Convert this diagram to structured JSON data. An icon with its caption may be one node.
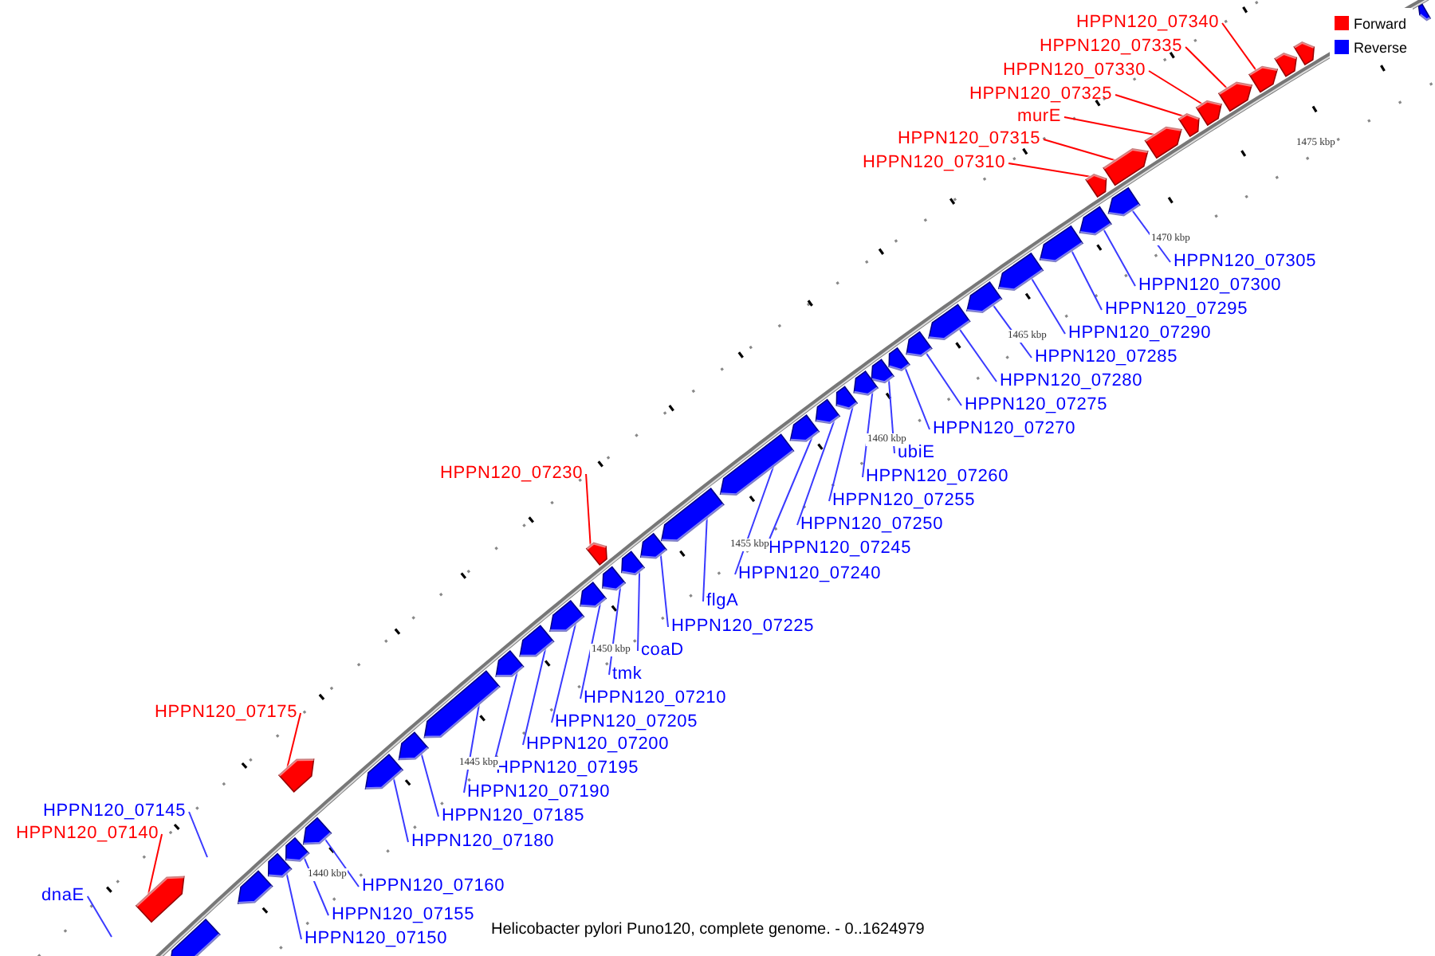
{
  "diagram": {
    "caption": "Helicobacter pylori Puno120, complete genome. - 0..1624979",
    "nodes": [
      {
        "text": [
          "HPPN120_07340"
        ]
      },
      {
        "text": [
          "HPPN120_07335"
        ]
      },
      {
        "text": [
          "HPPN120_07330"
        ]
      },
      {
        "text": [
          "HPPN120_07325"
        ]
      },
      {
        "text": [
          "murE"
        ]
      },
      {
        "text": [
          "HPPN120_07315"
        ]
      },
      {
        "text": [
          "HPPN120_07310"
        ]
      },
      {
        "text": [
          "HPPN120_07305"
        ]
      },
      {
        "text": [
          "HPPN120_07300"
        ]
      },
      {
        "text": [
          "HPPN120_07295"
        ]
      },
      {
        "text": [
          "HPPN120_07290"
        ]
      },
      {
        "text": [
          "HPPN120_07285"
        ]
      },
      {
        "text": [
          "HPPN120_07280"
        ]
      },
      {
        "text": [
          "HPPN120_07275"
        ]
      },
      {
        "text": [
          "HPPN120_07270"
        ]
      },
      {
        "text": [
          "ubiE"
        ]
      },
      {
        "text": [
          "HPPN120_07260"
        ]
      },
      {
        "text": [
          "HPPN120_07255"
        ]
      },
      {
        "text": [
          "HPPN120_07250"
        ]
      },
      {
        "text": [
          "HPPN120_07245"
        ]
      },
      {
        "text": [
          "HPPN120_07230"
        ]
      },
      {
        "text": [
          "HPPN120_07240"
        ]
      },
      {
        "text": [
          "flgA"
        ]
      },
      {
        "text": [
          "HPPN120_07225"
        ]
      },
      {
        "text": [
          "coaD"
        ]
      },
      {
        "text": [
          "tmk"
        ]
      },
      {
        "text": [
          "HPPN120_07210"
        ]
      },
      {
        "text": [
          "HPPN120_07205"
        ]
      },
      {
        "text": [
          "HPPN120_07200"
        ]
      },
      {
        "text": [
          "HPPN120_07195"
        ]
      },
      {
        "text": [
          "HPPN120_07190"
        ]
      },
      {
        "text": [
          "HPPN120_07185"
        ]
      },
      {
        "text": [
          "HPPN120_07180"
        ]
      },
      {
        "text": [
          "HPPN120_07175"
        ]
      },
      {
        "text": [
          "HPPN120_07145"
        ]
      },
      {
        "text": [
          "HPPN120_07160"
        ]
      },
      {
        "text": [
          "HPPN120_07140"
        ]
      },
      {
        "text": [
          "HPPN120_07155"
        ]
      },
      {
        "text": [
          "dnaE"
        ]
      },
      {
        "text": [
          "HPPN120_07150"
        ]
      },
      {
        "text": [],
        "shape": "bar"
      },
      {
        "text": [],
        "shape": "bar"
      },
      {
        "text": [],
        "shape": "bar"
      },
      {
        "text": [],
        "shape": "bar"
      },
      {
        "text": [],
        "shape": "bar"
      },
      {
        "text": [],
        "shape": "bar"
      },
      {
        "text": [],
        "shape": "bar"
      },
      {
        "text": [],
        "shape": "bar"
      },
      {
        "text": [],
        "shape": "bar"
      },
      {
        "text": [],
        "shape": "bar"
      },
      {
        "text": [],
        "shape": "bar"
      },
      {
        "text": [],
        "shape": "bar"
      },
      {
        "text": [],
        "shape": "bar"
      },
      {
        "text": [],
        "shape": "bar"
      },
      {
        "text": [],
        "shape": "bar"
      },
      {
        "text": [],
        "shape": "bar"
      },
      {
        "text": [],
        "shape": "bar"
      },
      {
        "text": [],
        "shape": "bar"
      },
      {
        "text": [],
        "shape": "bar"
      },
      {
        "text": [],
        "shape": "bar"
      },
      {
        "text": [],
        "shape": "bar"
      },
      {
        "text": [],
        "shape": "bar"
      },
      {
        "text": [],
        "shape": "bar"
      },
      {
        "text": [],
        "shape": "bar"
      },
      {
        "text": [],
        "shape": "bar"
      },
      {
        "text": [],
        "shape": "bar"
      },
      {
        "text": [],
        "shape": "bar"
      },
      {
        "text": [],
        "shape": "bar"
      },
      {
        "text": [],
        "shape": "bar"
      },
      {
        "text": [],
        "shape": "bar"
      },
      {
        "text": [],
        "shape": "bar"
      },
      {
        "text": [],
        "shape": "bar"
      },
      {
        "text": [],
        "shape": "bar"
      },
      {
        "text": [],
        "shape": "bar"
      },
      {
        "text": [],
        "shape": "bar"
      },
      {
        "text": [],
        "shape": "bar"
      },
      {
        "text": [],
        "shape": "bar"
      },
      {
        "text": [],
        "shape": "bar"
      },
      {
        "text": [],
        "shape": "bar"
      },
      {
        "text": [],
        "shape": "bar"
      },
      {
        "text": [],
        "shape": "bar"
      },
      {
        "text": [],
        "shape": "bar"
      },
      {
        "text": [],
        "shape": "bar"
      }
    ],
    "edges": [
      {
        "from": 0,
        "to": 43,
        "arrow": "none",
        "color": "#ff0000"
      },
      {
        "from": 1,
        "to": 44,
        "arrow": "none",
        "color": "#ff0000"
      },
      {
        "from": 2,
        "to": 45,
        "arrow": "none",
        "color": "#ff0000"
      },
      {
        "from": 3,
        "to": 46,
        "arrow": "none",
        "color": "#ff0000"
      },
      {
        "from": 4,
        "to": 47,
        "arrow": "none",
        "color": "#ff0000"
      },
      {
        "from": 5,
        "to": 48,
        "arrow": "none",
        "color": "#ff0000"
      },
      {
        "from": 6,
        "to": 49,
        "arrow": "none",
        "color": "#ff0000"
      },
      {
        "from": 7,
        "to": 50,
        "arrow": "none"
      },
      {
        "from": 8,
        "to": 51,
        "arrow": "none"
      },
      {
        "from": 9,
        "to": 52,
        "arrow": "none"
      },
      {
        "from": 10,
        "to": 53,
        "arrow": "none"
      },
      {
        "from": 11,
        "to": 54,
        "arrow": "none"
      },
      {
        "from": 12,
        "to": 55,
        "arrow": "none"
      },
      {
        "from": 13,
        "to": 56,
        "arrow": "none"
      },
      {
        "from": 14,
        "to": 57,
        "arrow": "none"
      },
      {
        "from": 15,
        "to": 58,
        "arrow": "none"
      },
      {
        "from": 16,
        "to": 59,
        "arrow": "none"
      },
      {
        "from": 17,
        "to": 60,
        "arrow": "none"
      },
      {
        "from": 18,
        "to": 61,
        "arrow": "none"
      },
      {
        "from": 19,
        "to": 62,
        "arrow": "none"
      },
      {
        "from": 20,
        "to": 63,
        "arrow": "none",
        "color": "#ff0000"
      },
      {
        "from": 21,
        "to": 64,
        "arrow": "none"
      },
      {
        "from": 22,
        "to": 65,
        "arrow": "none"
      },
      {
        "from": 23,
        "to": 66,
        "arrow": "none"
      },
      {
        "from": 24,
        "to": 67,
        "arrow": "none"
      },
      {
        "from": 25,
        "to": 68,
        "arrow": "none"
      },
      {
        "from": 26,
        "to": 69,
        "arrow": "none"
      },
      {
        "from": 27,
        "to": 70,
        "arrow": "none"
      },
      {
        "from": 28,
        "to": 71,
        "arrow": "none"
      },
      {
        "from": 29,
        "to": 72,
        "arrow": "none"
      },
      {
        "from": 30,
        "to": 73,
        "arrow": "none"
      },
      {
        "from": 31,
        "to": 74,
        "arrow": "none"
      },
      {
        "from": 32,
        "to": 75,
        "arrow": "none"
      },
      {
        "from": 33,
        "to": 76,
        "arrow": "none",
        "color": "#ff0000"
      },
      {
        "from": 34,
        "to": null,
        "arrow": "none"
      },
      {
        "from": 35,
        "to": 77,
        "arrow": "none"
      },
      {
        "from": 36,
        "to": 78,
        "arrow": "none",
        "color": "#ff0000"
      },
      {
        "from": 37,
        "to": 79,
        "arrow": "none"
      },
      {
        "from": 38,
        "to": null,
        "arrow": "none"
      },
      {
        "from": 39,
        "to": 80,
        "arrow": "none"
      }
    ],
    "labels": [
      "1475 kbp",
      "1470 kbp",
      "1465 kbp",
      "1460 kbp",
      "1455 kbp",
      "1450 kbp",
      "1445 kbp",
      "1440 kbp"
    ],
    "legend": [
      {
        "text": "Forward",
        "color": "#ff0000"
      },
      {
        "text": "Reverse",
        "color": "#0000ff"
      }
    ]
  }
}
